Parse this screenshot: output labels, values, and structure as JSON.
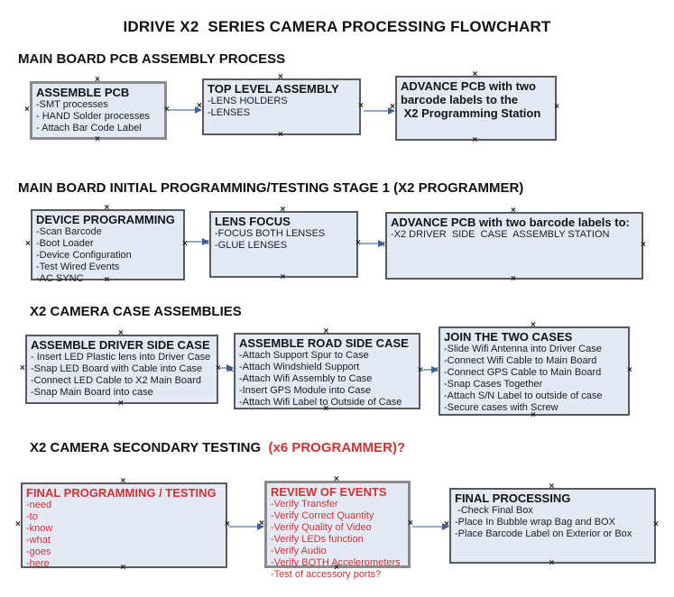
{
  "page_title": "IDRIVE X2  SERIES CAMERA PROCESSING FLOWCHART",
  "colors": {
    "box_fill": "#e3eaf6",
    "box_border": "#5a5a5a",
    "box_border_gray": "#8b8b8b",
    "arrow_line": "#94aacb",
    "arrow_head": "#3f5e96",
    "red_text": "#cf3232"
  },
  "icons": {
    "connection_handle": "×"
  },
  "sections": [
    {
      "heading": "MAIN BOARD PCB ASSEMBLY PROCESS",
      "heading_red_suffix": "",
      "boxes": [
        {
          "heading_lines": [
            "ASSEMBLE PCB"
          ],
          "items": [
            "-SMT processes",
            "- HAND Solder processes",
            "- Attach Bar Code Label"
          ],
          "red_text": false
        },
        {
          "heading_lines": [
            "TOP LEVEL ASSEMBLY"
          ],
          "items": [
            "-LENS HOLDERS",
            "-LENSES"
          ],
          "red_text": false
        },
        {
          "heading_lines": [
            "ADVANCE PCB with two",
            "barcode labels to the",
            " X2 Programming Station"
          ],
          "items": [],
          "red_text": false
        }
      ]
    },
    {
      "heading": "MAIN BOARD INITIAL PROGRAMMING/TESTING STAGE 1 (X2 PROGRAMMER)",
      "heading_red_suffix": "",
      "boxes": [
        {
          "heading_lines": [
            "DEVICE PROGRAMMING"
          ],
          "items": [
            "-Scan Barcode",
            "-Boot Loader",
            "-Device Configuration",
            "-Test Wired Events",
            "-AC SYNC"
          ],
          "red_text": false
        },
        {
          "heading_lines": [
            "LENS FOCUS"
          ],
          "items": [
            "-FOCUS BOTH LENSES",
            "-GLUE LENSES"
          ],
          "red_text": false
        },
        {
          "heading_lines": [
            "ADVANCE PCB with two barcode labels to:"
          ],
          "items": [
            "-X2 DRIVER  SIDE  CASE  ASSEMBLY STATION"
          ],
          "red_text": false
        }
      ]
    },
    {
      "heading": "X2 CAMERA CASE ASSEMBLIES",
      "heading_red_suffix": "",
      "boxes": [
        {
          "heading_lines": [
            "ASSEMBLE DRIVER SIDE CASE"
          ],
          "items": [
            "- Insert LED Plastic lens into Driver Case",
            "-Snap LED Board with Cable into Case",
            "-Connect LED Cable to X2 Main Board",
            "-Snap Main Board into case"
          ],
          "red_text": false
        },
        {
          "heading_lines": [
            "ASSEMBLE ROAD SIDE CASE"
          ],
          "items": [
            "-Attach Support Spur to Case",
            "-Attach Windshield Support",
            "-Attach Wifi Assembly to Case",
            "-Insert GPS Module into Case",
            "-Attach Wifi Label to Outside of Case"
          ],
          "red_text": false
        },
        {
          "heading_lines": [
            "JOIN THE TWO CASES"
          ],
          "items": [
            "-Slide Wifi Antenna into Driver Case",
            "-Connect Wifi Cable to Main Board",
            "-Connect GPS Cable to Main Board",
            "-Snap Cases Together",
            "-Attach S/N Label to outside of case",
            "-Secure cases with Screw"
          ],
          "red_text": false
        }
      ]
    },
    {
      "heading": "X2 CAMERA SECONDARY TESTING  ",
      "heading_red_suffix": "(x6 PROGRAMMER)?",
      "boxes": [
        {
          "heading_lines": [
            "FINAL PROGRAMMING / TESTING"
          ],
          "items": [
            "-need",
            "-to",
            "-know",
            "-what",
            "-goes",
            "-here"
          ],
          "red_text": true
        },
        {
          "heading_lines": [
            "REVIEW OF EVENTS"
          ],
          "items": [
            "-Verify Transfer",
            "-Verify Correct Quantity",
            "-Verify Quality of Video",
            "-Verify LEDs function",
            "-Verify Audio",
            "-Verify BOTH Accelerometers",
            "-Test of accessory ports?"
          ],
          "red_text": true
        },
        {
          "heading_lines": [
            "FINAL PROCESSING"
          ],
          "items": [
            " -Check Final Box",
            "-Place In Bubble wrap Bag and BOX",
            "-Place Barcode Label on Exterior or Box"
          ],
          "red_text": false
        }
      ]
    }
  ]
}
